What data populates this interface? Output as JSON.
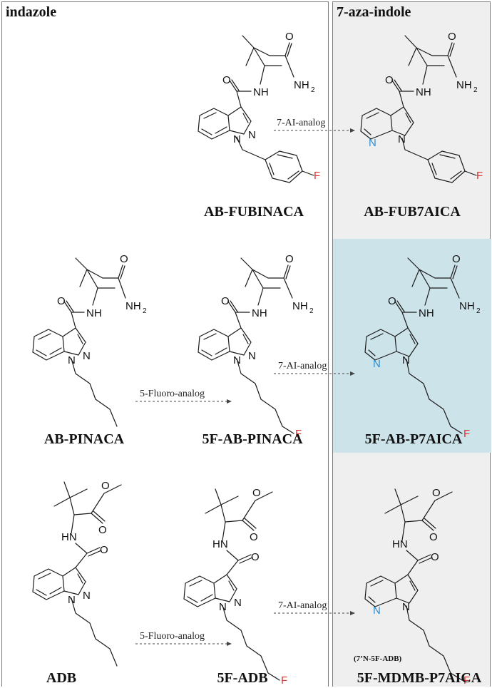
{
  "headings": {
    "left": "indazole",
    "right": "7-aza-indole"
  },
  "compounds": {
    "ab_fubinaca": "AB-FUBINACA",
    "ab_fub7aica": "AB-FUB7AICA",
    "ab_pinaca": "AB-PINACA",
    "f5_ab_pinaca": "5F-AB-PINACA",
    "f5_ab_p7aica": "5F-AB-P7AICA",
    "adb": "ADB",
    "f5_adb": "5F-ADB",
    "f5_mdmb_p7aica": "5F-MDMB-P7AICA",
    "f5_mdmb_note": "(7’N-5F-ADB)"
  },
  "arrows": {
    "ai_analog": "7-AI-analog",
    "fluoro_analog": "5-Fluoro-analog"
  },
  "atoms": {
    "O": "O",
    "NH": "NH",
    "HN": "HN",
    "NH2": "NH",
    "sub2": "2",
    "N": "N",
    "F": "F"
  },
  "colors": {
    "aza_panel": "#efefef",
    "highlight": "#cde3ea",
    "fluorine": "#e03030",
    "aza_nitrogen": "#2b8ccf"
  }
}
